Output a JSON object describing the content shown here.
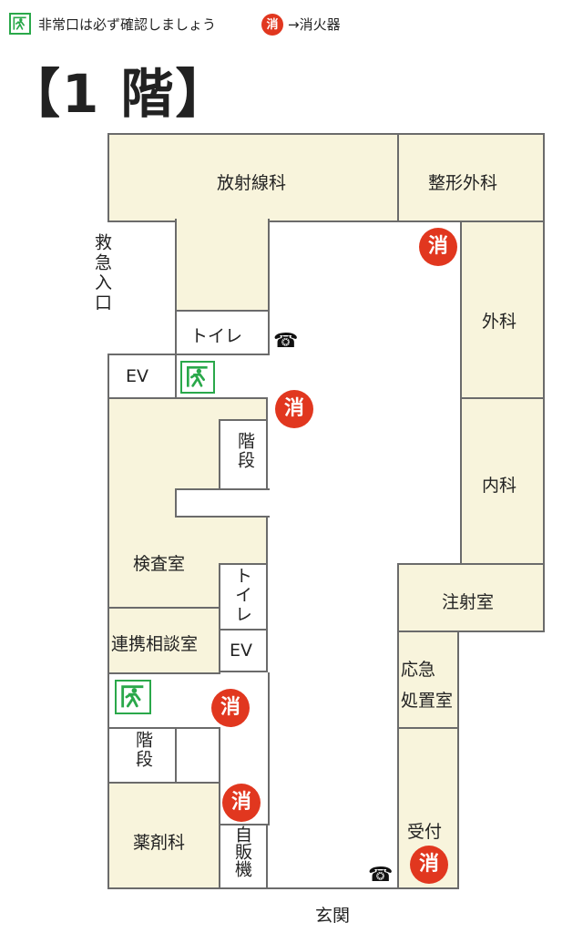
{
  "legend": {
    "exit_text": "非常口は必ず確認しましょう",
    "fire_glyph": "消",
    "fire_text": "→消火器"
  },
  "floor_title": "【1 階】",
  "rooms": {
    "radiology": "放射線科",
    "orthopedics": "整形外科",
    "surgery": "外科",
    "internal_medicine": "内科",
    "injection_room": "注射室",
    "emergency_room_line1": "応急",
    "emergency_room_line2": "処置室",
    "reception": "受付",
    "toilet_top": "トイレ",
    "ev_top": "EV",
    "stairs_upper": "階段",
    "lab": "検査室",
    "toilet_mid": "トイレ",
    "ev_mid": "EV",
    "consultation": "連携相談室",
    "stairs_lower": "階段",
    "pharmacy": "薬剤科",
    "vending_machine": "自販機"
  },
  "emergency_entrance": "救急入口",
  "main_entrance": "玄関",
  "phone_glyph": "☎",
  "colors": {
    "room_fill": "#f8f4dc",
    "wall": "#6b6b6b",
    "fire_red": "#e1371f",
    "exit_green": "#2aa84a"
  }
}
